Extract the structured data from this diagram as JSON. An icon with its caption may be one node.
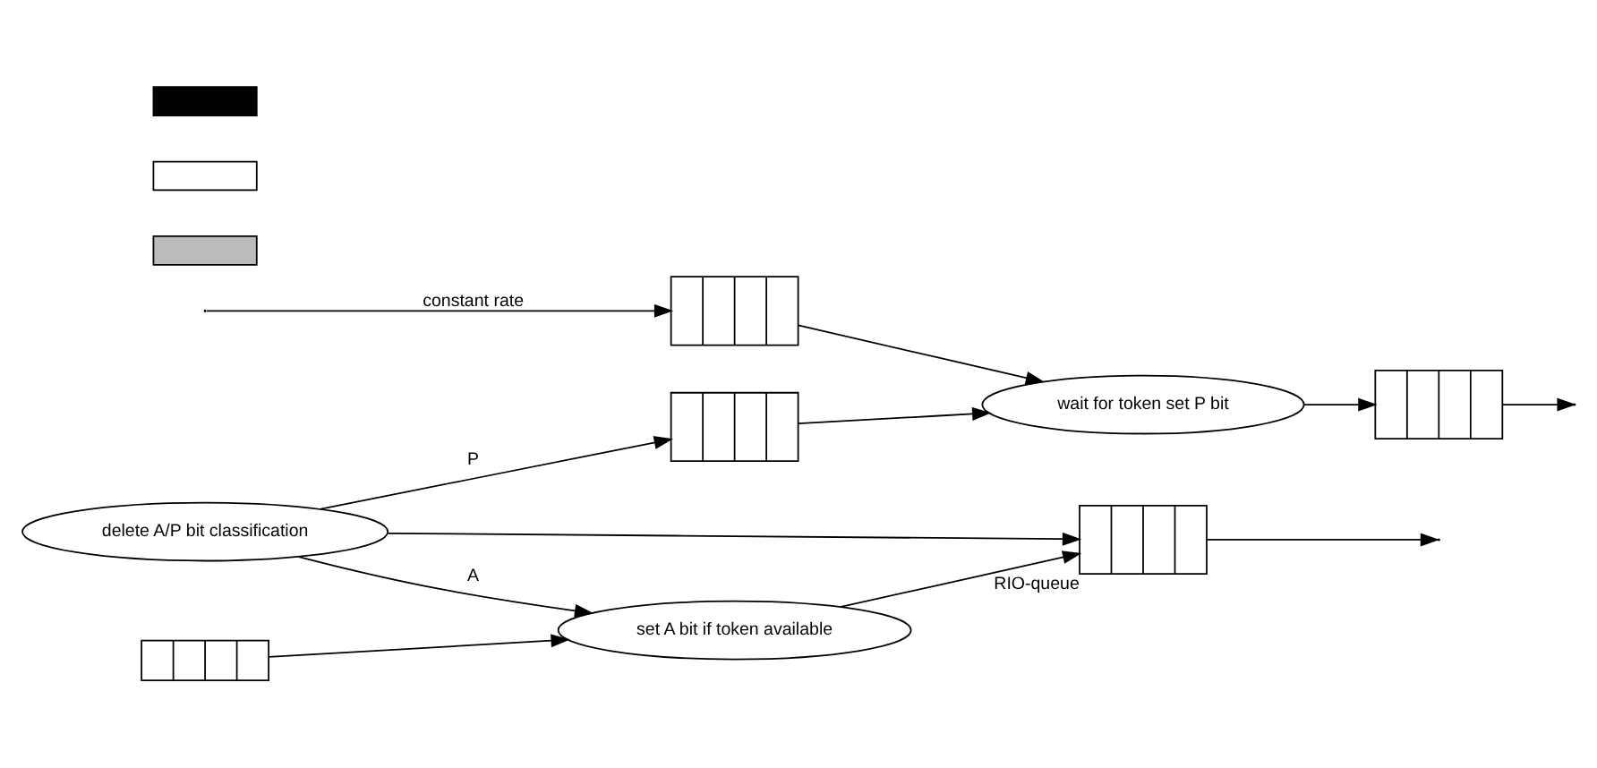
{
  "diagram": {
    "nodes": [
      {
        "text": [],
        "shape": "queue"
      },
      {
        "text": [
          "delete A/P bit classification"
        ]
      },
      {
        "text": [],
        "shape": "queue"
      },
      {
        "text": [
          "wait for token set P bit"
        ]
      },
      {
        "text": [],
        "shape": "box"
      },
      {
        "text": [],
        "shape": "queue"
      },
      {
        "text": [],
        "shape": "box"
      },
      {
        "text": [],
        "shape": "queue",
        "beside": [
          "RIO-queue"
        ]
      },
      {
        "text": [],
        "shape": "box"
      },
      {
        "text": [
          "set A bit if token available"
        ]
      },
      {
        "text": [],
        "shape": "queue"
      }
    ],
    "edges": [
      {
        "from": null,
        "to": 0,
        "arrow": "to",
        "label": "constant rate"
      },
      {
        "from": 0,
        "to": 3,
        "arrow": "to"
      },
      {
        "from": 1,
        "to": 2,
        "arrow": "to",
        "label": "P"
      },
      {
        "from": 2,
        "to": 3,
        "arrow": "to"
      },
      {
        "from": 3,
        "to": 5,
        "arrow": "to"
      },
      {
        "from": 1,
        "to": 7,
        "arrow": "to"
      },
      {
        "from": 1,
        "to": 9,
        "arrow": "to",
        "label": "A"
      },
      {
        "from": 10,
        "to": 9,
        "arrow": "to"
      },
      {
        "from": 9,
        "to": 7,
        "arrow": "to"
      },
      {
        "from": 5,
        "to": null,
        "arrow": "to"
      },
      {
        "from": 7,
        "to": null,
        "arrow": "to"
      }
    ]
  }
}
